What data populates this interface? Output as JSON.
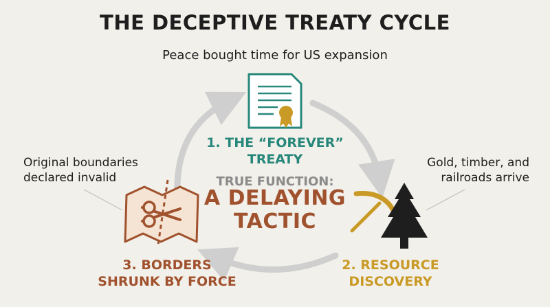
{
  "title": "THE DECEPTIVE TREATY CYCLE",
  "subtitle": "Peace bought time for US expansion",
  "center": {
    "label": "TRUE FUNCTION:",
    "line1": "A DELAYING",
    "line2": "TACTIC"
  },
  "steps": [
    {
      "line1": "1. THE “FOREVER”",
      "line2": "TREATY",
      "icon": "treaty-document-icon",
      "color": "#27877a"
    },
    {
      "line1": "2. RESOURCE",
      "line2": "DISCOVERY",
      "icon": "pickaxe-tree-icon",
      "color": "#c99a26"
    },
    {
      "line1": "3. BORDERS",
      "line2": "SHRUNK BY FORCE",
      "icon": "scissors-map-icon",
      "color": "#a0512d"
    }
  ],
  "annotations": {
    "left": {
      "line1": "Original boundaries",
      "line2": "declared invalid"
    },
    "right": {
      "line1": "Gold, timber, and",
      "line2": "railroads arrive"
    }
  },
  "colors": {
    "background": "#f2f0ea",
    "arrow": "#cfcfcf",
    "teal": "#27877a",
    "gold": "#c99a26",
    "rust": "#a0512d",
    "dark": "#1e1e1e"
  }
}
